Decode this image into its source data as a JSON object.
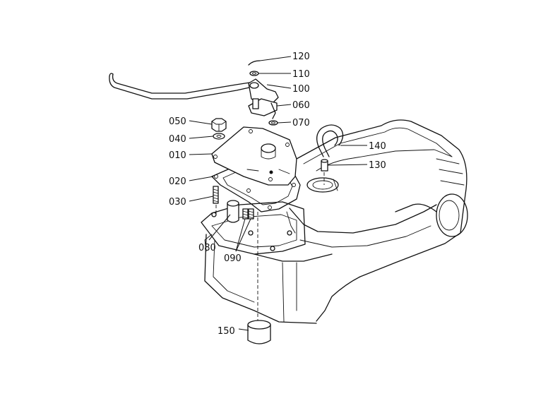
{
  "callouts": [
    {
      "id": "c120",
      "text": "120"
    },
    {
      "id": "c110",
      "text": "110"
    },
    {
      "id": "c100",
      "text": "100"
    },
    {
      "id": "c060",
      "text": "060"
    },
    {
      "id": "c070",
      "text": "070"
    },
    {
      "id": "c050",
      "text": "050"
    },
    {
      "id": "c040",
      "text": "040"
    },
    {
      "id": "c010",
      "text": "010"
    },
    {
      "id": "c020",
      "text": "020"
    },
    {
      "id": "c030",
      "text": "030"
    },
    {
      "id": "c080",
      "text": "080"
    },
    {
      "id": "c090",
      "text": "090"
    },
    {
      "id": "c140",
      "text": "140"
    },
    {
      "id": "c130",
      "text": "130"
    },
    {
      "id": "c150",
      "text": "150"
    }
  ]
}
